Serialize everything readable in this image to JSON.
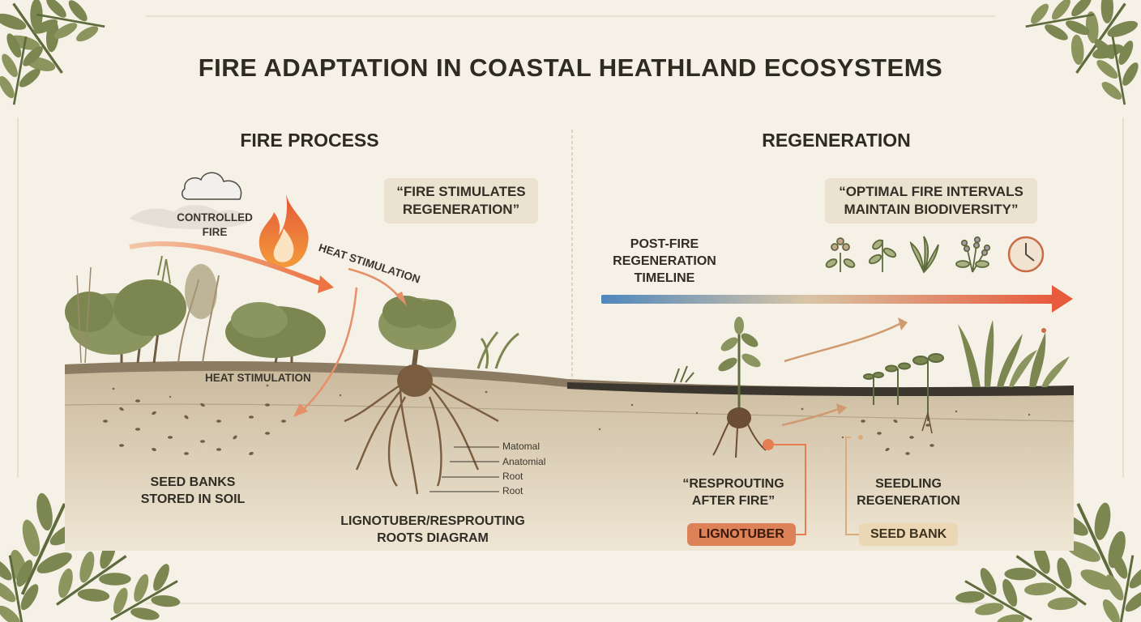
{
  "title": "Fire Adaptation in Coastal Heathland Ecosystems",
  "fire_process": {
    "heading": "Fire Process",
    "quote_line1": "“Fire stimulates",
    "quote_line2": "regeneration”",
    "controlled_fire_line1": "Controlled",
    "controlled_fire_line2": "fire",
    "heat_stimulation_upper": "Heat stimulation",
    "heat_stimulation_lower": "Heat stimulation",
    "seed_banks_line1": "Seed banks",
    "seed_banks_line2": "stored in soil",
    "lignotuber_line1": "Lignotuber/resprouting",
    "lignotuber_line2": "roots diagram",
    "root_labels": [
      "Matomal",
      "Anatomial",
      "Root",
      "Root"
    ]
  },
  "regeneration": {
    "heading": "Regeneration",
    "quote_line1": "“Optimal fire intervals",
    "quote_line2": "maintain biodiversity”",
    "timeline_line1": "Post-fire",
    "timeline_line2": "regeneration",
    "timeline_line3": "timeline",
    "resprouting_line1": "“Resprouting",
    "resprouting_line2": "after fire”",
    "seedling_line1": "Seedling",
    "seedling_line2": "regeneration",
    "tag_lignotuber": "Lignotuber",
    "tag_seed_bank": "Seed bank",
    "timeline_icons": [
      "flowering-shrub-icon",
      "sprig-icon",
      "grass-tuft-icon",
      "lavender-icon",
      "clock-icon"
    ]
  },
  "colors": {
    "background": "#f6f1e6",
    "foliage": "#7c8651",
    "soil": "#bfae93",
    "fire": "#ef7a3c",
    "timeline_start": "#4f87bd",
    "timeline_end": "#e85a3c",
    "tag_lignotuber": "#dd8158",
    "tag_seed_bank": "#ebd7b4"
  }
}
